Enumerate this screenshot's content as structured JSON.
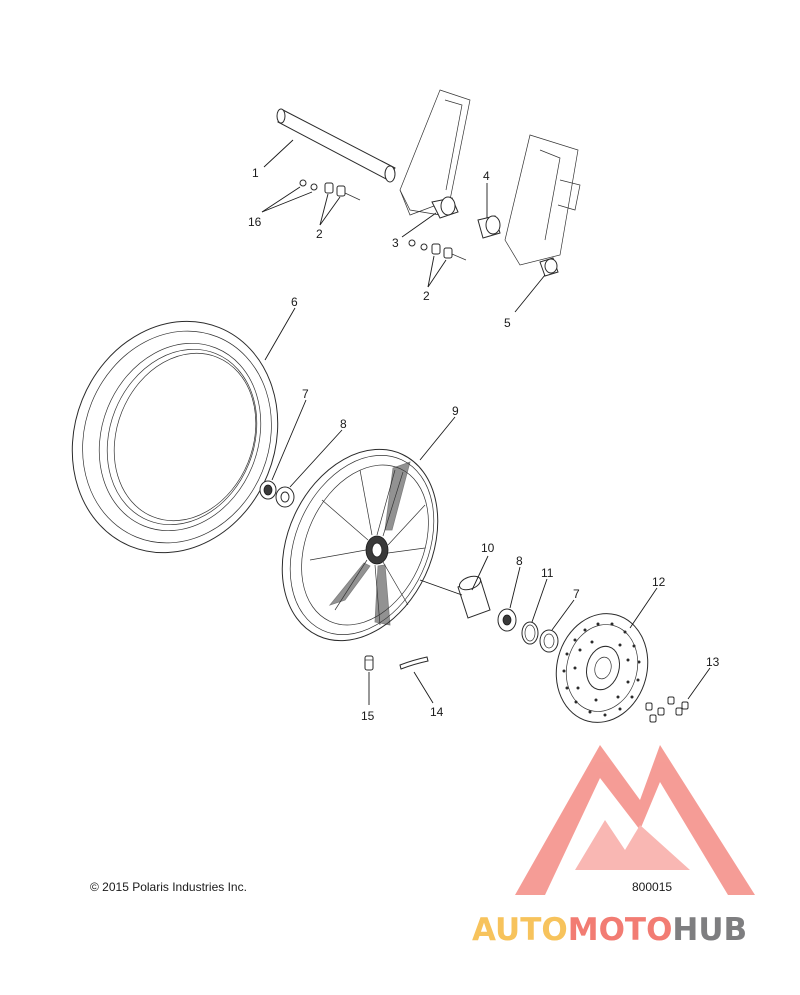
{
  "callouts": [
    {
      "id": "c1",
      "label": "1"
    },
    {
      "id": "c2a",
      "label": "2"
    },
    {
      "id": "c2b",
      "label": "2"
    },
    {
      "id": "c3",
      "label": "3"
    },
    {
      "id": "c4",
      "label": "4"
    },
    {
      "id": "c5",
      "label": "5"
    },
    {
      "id": "c6",
      "label": "6"
    },
    {
      "id": "c7a",
      "label": "7"
    },
    {
      "id": "c7b",
      "label": "7"
    },
    {
      "id": "c8a",
      "label": "8"
    },
    {
      "id": "c8b",
      "label": "8"
    },
    {
      "id": "c9",
      "label": "9"
    },
    {
      "id": "c10",
      "label": "10"
    },
    {
      "id": "c11",
      "label": "11"
    },
    {
      "id": "c12",
      "label": "12"
    },
    {
      "id": "c13",
      "label": "13"
    },
    {
      "id": "c14",
      "label": "14"
    },
    {
      "id": "c15",
      "label": "15"
    },
    {
      "id": "c16",
      "label": "16"
    }
  ],
  "footer": {
    "copyright": "© 2015 Polaris Industries Inc.",
    "figure_number": "800015"
  },
  "watermark": {
    "part1": "AUTO",
    "part2": "MOTO",
    "part3": "HUB",
    "colors": {
      "auto": "#f7c35c",
      "moto": "#f27c73",
      "hub": "#7e7e80",
      "logo": "#f27c73"
    }
  }
}
